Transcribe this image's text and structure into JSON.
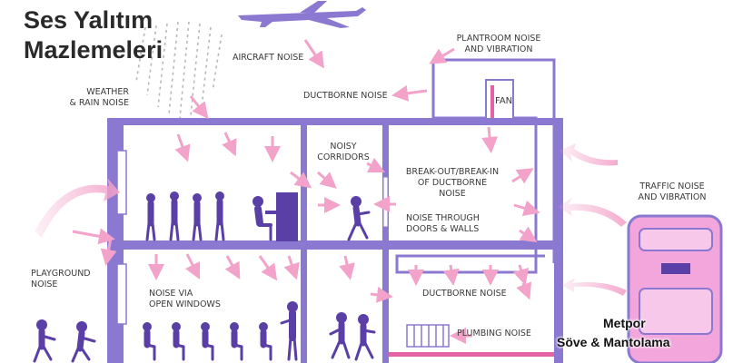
{
  "title": {
    "line1": "Ses Yalıtım",
    "line2": "Mazlemeleri"
  },
  "colors": {
    "wall": "#8b78d0",
    "arrow": "#f3a2c9",
    "arrow_dark": "#e462a6",
    "person": "#5a3fa6",
    "bus": "#f2a6dc"
  },
  "labels": {
    "aircraft": "AIRCRAFT NOISE",
    "plantroom_1": "PLANTROOM NOISE",
    "plantroom_2": "AND VIBRATION",
    "weather_1": "WEATHER",
    "weather_2": "& RAIN NOISE",
    "ductborne_top": "DUCTBORNE NOISE",
    "fan": "FAN",
    "noisy_1": "NOISY",
    "noisy_2": "CORRIDORS",
    "breakout_1": "BREAK-OUT/BREAK-IN",
    "breakout_2": "OF DUCTBORNE",
    "breakout_3": "NOISE",
    "through_1": "NOISE THROUGH",
    "through_2": "DOORS & WALLS",
    "traffic_1": "TRAFFIC NOISE",
    "traffic_2": "AND VIBRATION",
    "playground_1": "PLAYGROUND",
    "playground_2": "NOISE",
    "windows_1": "NOISE VIA",
    "windows_2": "OPEN WINDOWS",
    "ductborne_bottom": "DUCTBORNE NOISE",
    "plumbing": "PLUMBING NOISE"
  },
  "brand": {
    "line1": "Metpor",
    "line2": "Söve & Mantolama"
  },
  "icons": [
    "airplane-icon",
    "rain-icon",
    "fan-icon",
    "radiator-icon",
    "piano-icon",
    "bus-icon",
    "person-icon"
  ]
}
